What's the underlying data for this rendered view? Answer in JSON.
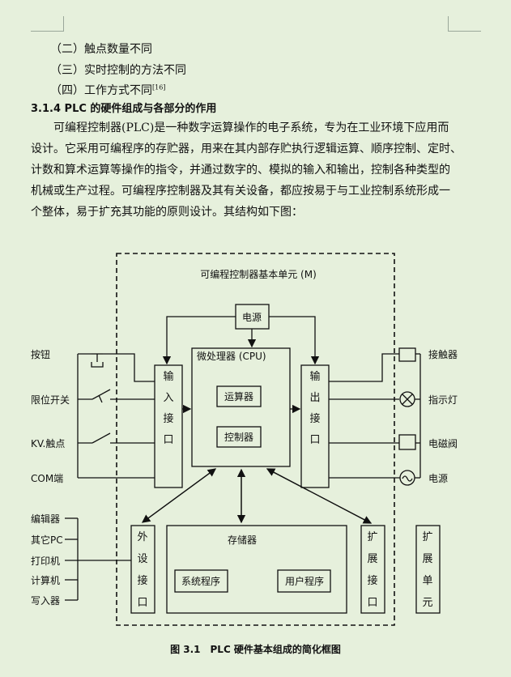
{
  "list_items": [
    "（二）触点数量不同",
    "（三）实时控制的方法不同",
    "（四）工作方式不同"
  ],
  "list_ref": "[16]",
  "section_heading": "3.1.4 PLC 的硬件组成与各部分的作用",
  "paragraph_lines": [
    "　　可编程控制器(PLC)是一种数字运算操作的电子系统，专为在工业环境下应用而",
    "设计。它采用可编程序的存贮器，用来在其内部存贮执行逻辑运算、顺序控制、定时、",
    "计数和算术运算等操作的指令，并通过数字的、模拟的输入和输出，控制各种类型的",
    "机械或生产过程。可编程序控制器及其有关设备，都应按易于与工业控制系统形成一",
    "个整体，易于扩充其功能的原则设计。其结构如下图："
  ],
  "diagram": {
    "base_unit_title": "可编程控制器基本单元 (M)",
    "power": "电源",
    "cpu": "微处理器 (CPU)",
    "alu": "运算器",
    "controller": "控制器",
    "input_interface": [
      "输",
      "入",
      "接",
      "口"
    ],
    "output_interface": [
      "输",
      "出",
      "接",
      "口"
    ],
    "memory": "存储器",
    "system_program": "系统程序",
    "user_program": "用户程序",
    "peripheral_interface": [
      "外",
      "设",
      "接",
      "口"
    ],
    "expansion_interface": [
      "扩",
      "展",
      "接",
      "口"
    ],
    "expansion_unit": [
      "扩",
      "展",
      "单",
      "元"
    ],
    "inputs": [
      "按钮",
      "限位开关",
      "KV.触点",
      "COM端"
    ],
    "outputs": [
      "接触器",
      "指示灯",
      "电磁阀",
      "电源"
    ],
    "peripherals": [
      "编辑器",
      "其它PC",
      "打印机",
      "计算机",
      "写入器"
    ]
  },
  "caption": "图 3.1　PLC 硬件基本组成的简化框图"
}
